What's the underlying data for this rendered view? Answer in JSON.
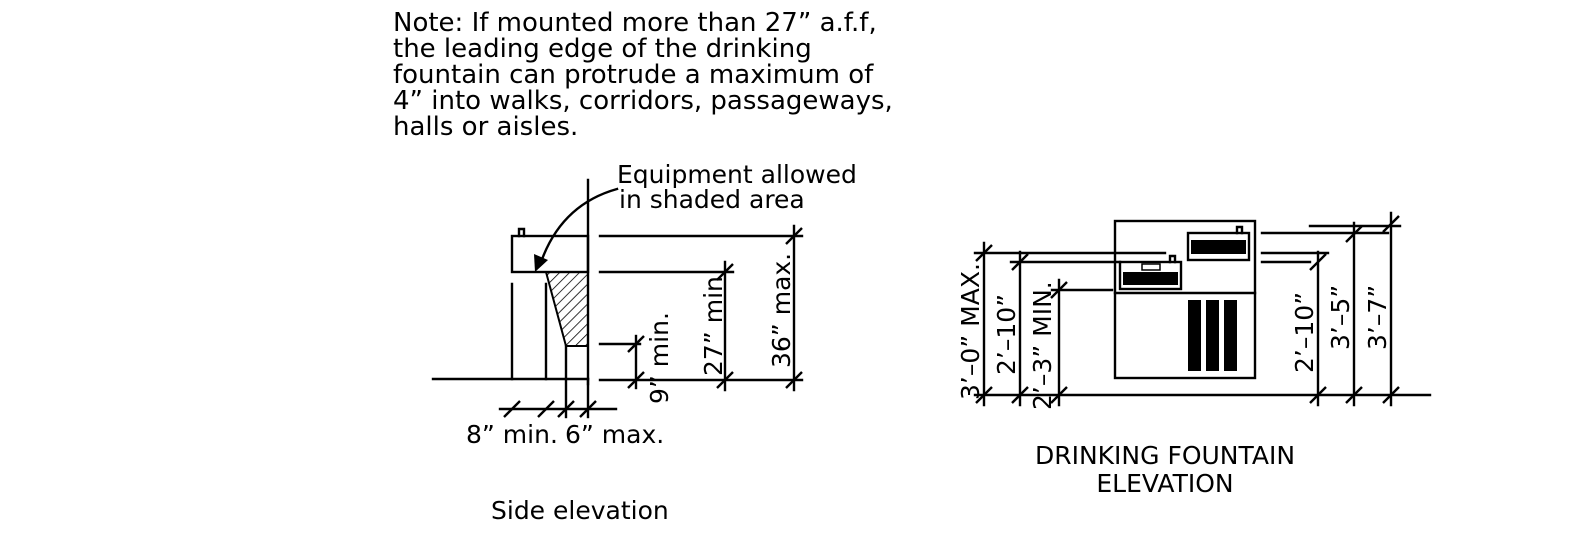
{
  "note": {
    "lines": [
      "Note: If mounted more than 27” a.f.f,",
      "the leading edge of the drinking",
      "fountain can protrude a maximum of",
      "4” into walks, corridors, passageways,",
      "halls or aisles."
    ]
  },
  "side_elevation": {
    "caption": "Side elevation",
    "callout": [
      "Equipment allowed",
      "in shaded area"
    ],
    "dims": {
      "d_9_min": "9” min.",
      "d_27_min": "27” min",
      "d_36_max": "36” max.",
      "d_8_min": "8” min.",
      "d_6_max": "6” max."
    }
  },
  "fountain_elevation": {
    "caption": [
      "DRINKING FOUNTAIN",
      "ELEVATION"
    ],
    "dims": {
      "d_3_0_max": "3’–0” MAX.",
      "d_2_10_left": "2’–10”",
      "d_2_3_min": "2’–3” MIN.",
      "d_2_10_right": "2’–10”",
      "d_3_5": "3’–5”",
      "d_3_7": "3’–7”"
    }
  }
}
